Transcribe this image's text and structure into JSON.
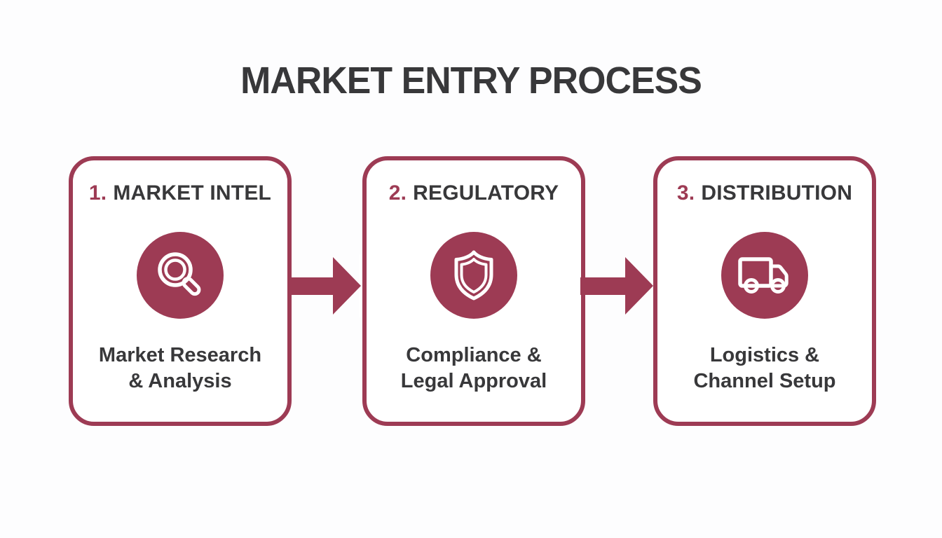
{
  "title": "MARKET ENTRY PROCESS",
  "colors": {
    "accent": "#9d3b54",
    "text_dark": "#38383a",
    "bg": "#fdfdfe",
    "card_bg": "#ffffff",
    "icon_stroke": "#ffffff"
  },
  "steps": [
    {
      "number": "1.",
      "label": "MARKET INTEL",
      "icon": "magnifier-icon",
      "desc_line1": "Market Research",
      "desc_line2": "& Analysis"
    },
    {
      "number": "2.",
      "label": "REGULATORY",
      "icon": "shield-icon",
      "desc_line1": "Compliance &",
      "desc_line2": "Legal Approval"
    },
    {
      "number": "3.",
      "label": "DISTRIBUTION",
      "icon": "truck-icon",
      "desc_line1": "Logistics &",
      "desc_line2": "Channel Setup"
    }
  ],
  "connectors": [
    {
      "type": "arrow-right"
    },
    {
      "type": "arrow-right"
    }
  ]
}
